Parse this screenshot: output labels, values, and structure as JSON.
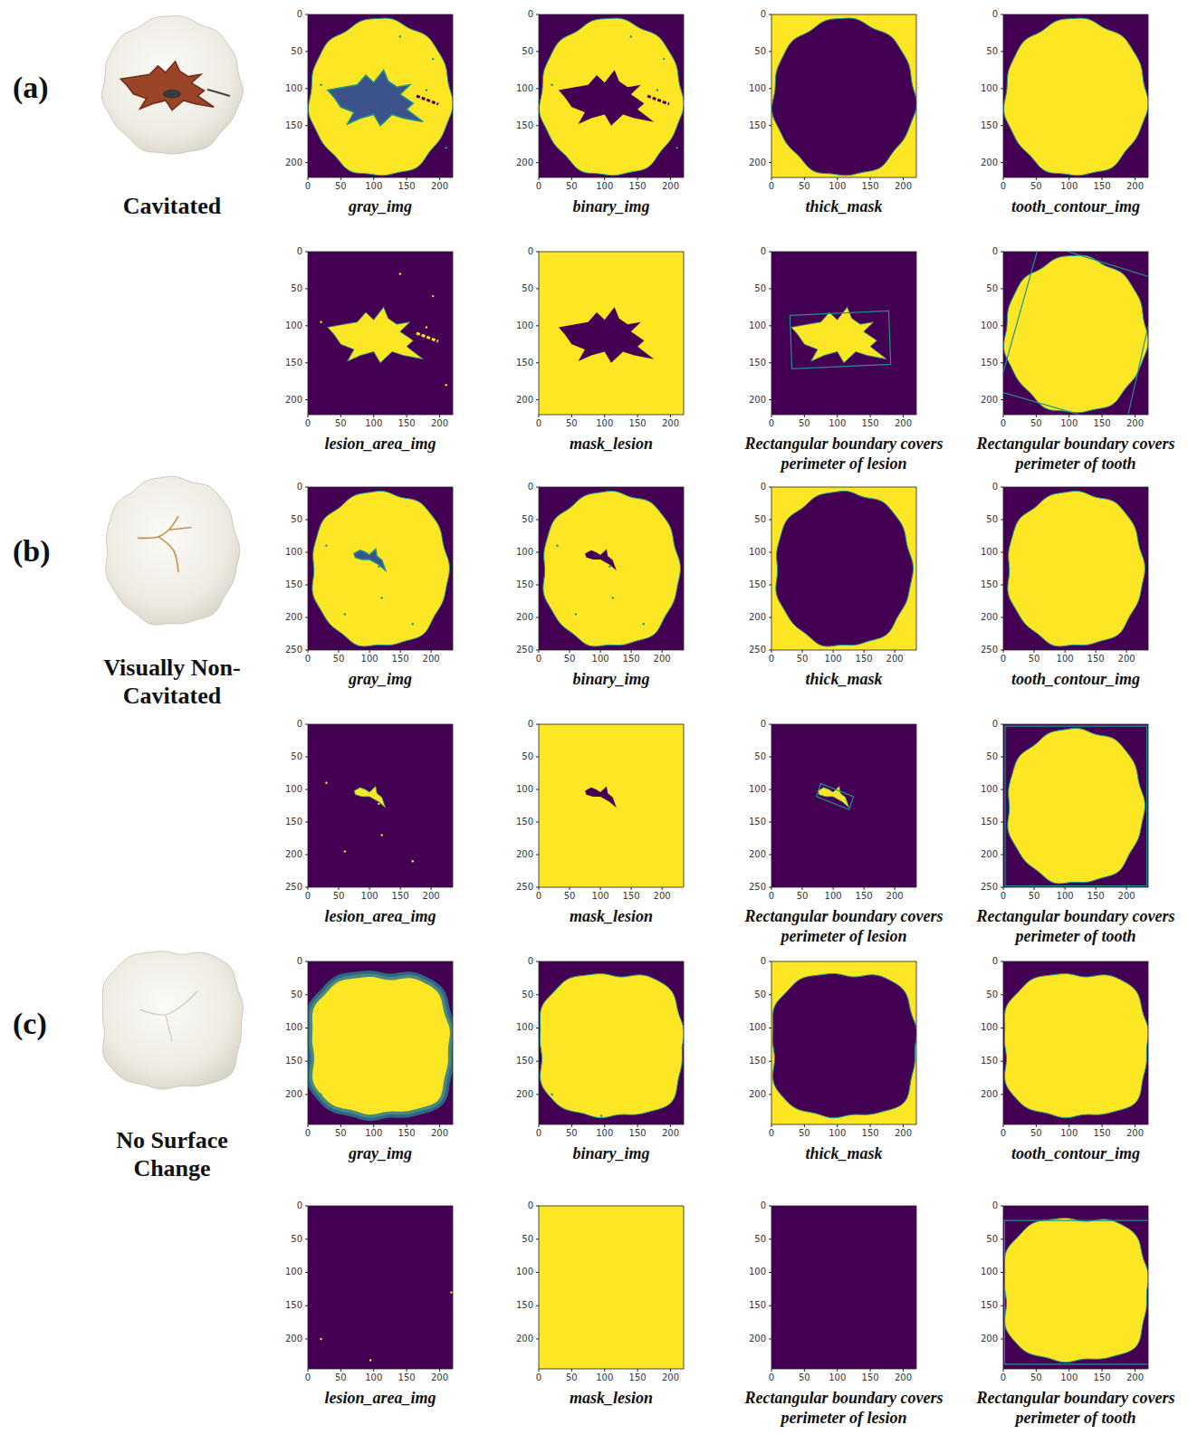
{
  "diagram": {
    "labels": [
      "(a)",
      "Cavitated",
      "0",
      "50",
      "100",
      "150",
      "200",
      "0",
      "50",
      "100",
      "150",
      "200",
      "gray_img",
      "0",
      "50",
      "100",
      "150",
      "200",
      "0",
      "50",
      "100",
      "150",
      "200",
      "binary_img",
      "0",
      "50",
      "100",
      "150",
      "200",
      "0",
      "50",
      "100",
      "150",
      "200",
      "thick_mask",
      "0",
      "50",
      "100",
      "150",
      "200",
      "0",
      "50",
      "100",
      "150",
      "200",
      "tooth_contour_img",
      "0",
      "50",
      "100",
      "150",
      "200",
      "0",
      "50",
      "100",
      "150",
      "200",
      "lesion_area_img",
      "0",
      "50",
      "100",
      "150",
      "200",
      "0",
      "50",
      "100",
      "150",
      "200",
      "mask_lesion",
      "0",
      "50",
      "100",
      "150",
      "200",
      "0",
      "50",
      "100",
      "150",
      "200",
      "Rectangular boundary covers perimeter of lesion",
      "0",
      "50",
      "100",
      "150",
      "200",
      "0",
      "50",
      "100",
      "150",
      "200",
      "Rectangular boundary covers perimeter of tooth",
      "(b)",
      "Visually Non-Cavitated",
      "0",
      "50",
      "100",
      "150",
      "200",
      "250",
      "0",
      "50",
      "100",
      "150",
      "200",
      "gray_img",
      "0",
      "50",
      "100",
      "150",
      "200",
      "250",
      "0",
      "50",
      "100",
      "150",
      "200",
      "binary_img",
      "0",
      "50",
      "100",
      "150",
      "200",
      "250",
      "0",
      "50",
      "100",
      "150",
      "200",
      "thick_mask",
      "0",
      "50",
      "100",
      "150",
      "200",
      "250",
      "0",
      "50",
      "100",
      "150",
      "200",
      "tooth_contour_img",
      "0",
      "50",
      "100",
      "150",
      "200",
      "250",
      "0",
      "50",
      "100",
      "150",
      "200",
      "lesion_area_img",
      "0",
      "50",
      "100",
      "150",
      "200",
      "250",
      "0",
      "50",
      "100",
      "150",
      "200",
      "mask_lesion",
      "0",
      "50",
      "100",
      "150",
      "200",
      "250",
      "0",
      "50",
      "100",
      "150",
      "200",
      "Rectangular boundary covers perimeter of lesion",
      "0",
      "50",
      "100",
      "150",
      "200",
      "250",
      "0",
      "50",
      "100",
      "150",
      "200",
      "Rectangular boundary covers perimeter of tooth",
      "(c)",
      "No Surface Change",
      "0",
      "50",
      "100",
      "150",
      "200",
      "0",
      "50",
      "100",
      "150",
      "200",
      "gray_img",
      "0",
      "50",
      "100",
      "150",
      "200",
      "0",
      "50",
      "100",
      "150",
      "200",
      "binary_img",
      "0",
      "50",
      "100",
      "150",
      "200",
      "0",
      "50",
      "100",
      "150",
      "200",
      "thick_mask",
      "0",
      "50",
      "100",
      "150",
      "200",
      "0",
      "50",
      "100",
      "150",
      "200",
      "tooth_contour_img",
      "0",
      "50",
      "100",
      "150",
      "200",
      "0",
      "50",
      "100",
      "150",
      "200",
      "lesion_area_img",
      "0",
      "50",
      "100",
      "150",
      "200",
      "0",
      "50",
      "100",
      "150",
      "200",
      "mask_lesion",
      "0",
      "50",
      "100",
      "150",
      "200",
      "0",
      "50",
      "100",
      "150",
      "200",
      "Rectangular boundary covers perimeter of lesion",
      "0",
      "50",
      "100",
      "150",
      "200",
      "0",
      "50",
      "100",
      "150",
      "200",
      "Rectangular boundary covers perimeter of tooth"
    ]
  }
}
